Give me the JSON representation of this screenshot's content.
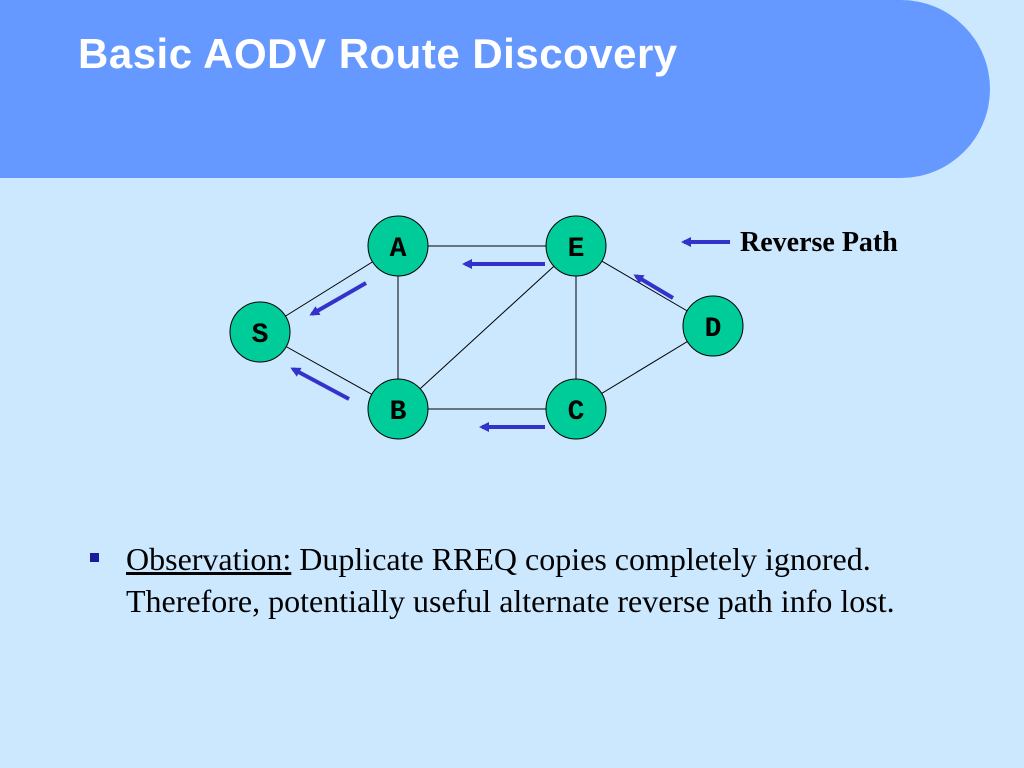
{
  "slide": {
    "title": "Basic AODV Route Discovery"
  },
  "diagram": {
    "nodes": [
      {
        "id": "A",
        "label": "A"
      },
      {
        "id": "E",
        "label": "E"
      },
      {
        "id": "S",
        "label": "S"
      },
      {
        "id": "D",
        "label": "D"
      },
      {
        "id": "B",
        "label": "B"
      },
      {
        "id": "C",
        "label": "C"
      }
    ],
    "links": [
      [
        "A",
        "E"
      ],
      [
        "S",
        "A"
      ],
      [
        "S",
        "B"
      ],
      [
        "A",
        "B"
      ],
      [
        "B",
        "E"
      ],
      [
        "E",
        "C"
      ],
      [
        "B",
        "C"
      ],
      [
        "E",
        "D"
      ],
      [
        "C",
        "D"
      ]
    ],
    "reverse_path_arrows": [
      {
        "from": "A",
        "to": "S"
      },
      {
        "from": "E",
        "to": "A"
      },
      {
        "from": "D",
        "to": "E"
      },
      {
        "from": "B",
        "to": "S"
      },
      {
        "from": "C",
        "to": "B"
      }
    ],
    "legend": {
      "label": "Reverse Path"
    },
    "colors": {
      "node_fill": "#00cc99",
      "arrow": "#3333cc",
      "link": "#000000"
    }
  },
  "bullet": {
    "label": "Observation:",
    "text": " Duplicate RREQ copies completely ignored. Therefore, potentially useful alternate reverse path info lost."
  },
  "colors": {
    "background": "#cce8ff",
    "header": "#6699ff",
    "title_text": "#ffffff",
    "bullet_marker": "#1a1aa0"
  }
}
